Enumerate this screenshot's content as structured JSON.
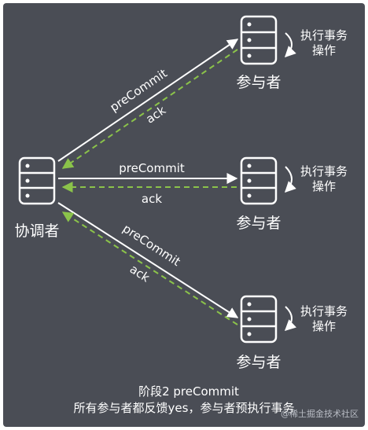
{
  "coordinator": {
    "label": "协调者"
  },
  "participants": [
    {
      "label": "参与者",
      "action_line1": "执行事务",
      "action_line2": "操作"
    },
    {
      "label": "参与者",
      "action_line1": "执行事务",
      "action_line2": "操作"
    },
    {
      "label": "参与者",
      "action_line1": "执行事务",
      "action_line2": "操作"
    }
  ],
  "messages": {
    "request": "preCommit",
    "response": "ack"
  },
  "caption": {
    "line1": "阶段2 preCommit",
    "line2": "所有参与者都反馈yes，参与者预执行事务"
  },
  "watermark": "@稀土掘金技术社区",
  "colors": {
    "background": "#4a4d55",
    "solid_arrow": "#ffffff",
    "dashed_arrow": "#8bc34a"
  }
}
